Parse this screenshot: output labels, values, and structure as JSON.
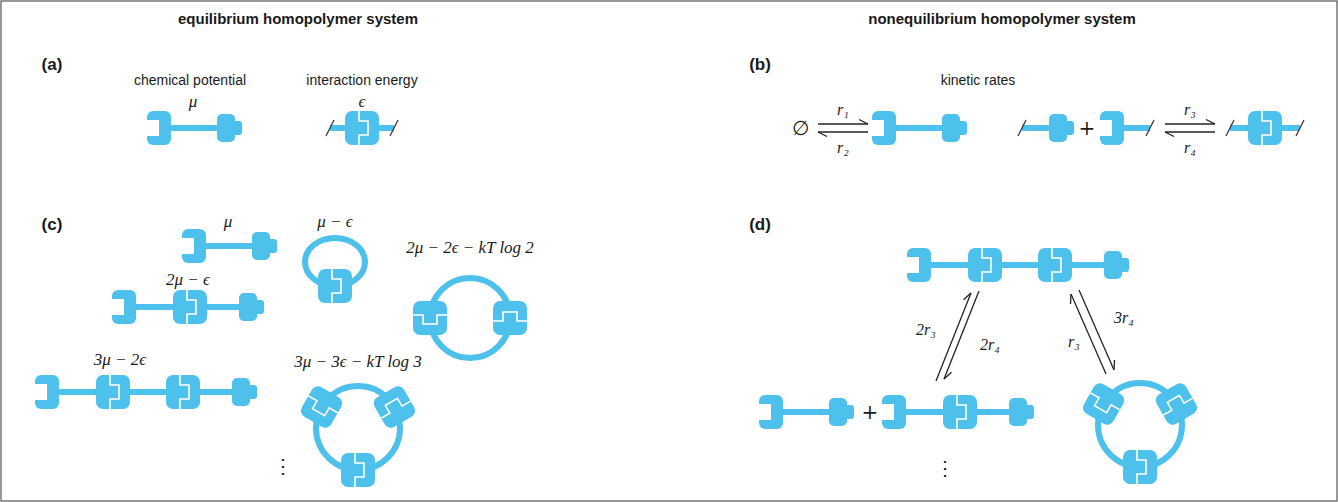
{
  "diagram": {
    "labels": [
      "equilibrium homopolymer system",
      "nonequilibrium homopolymer system",
      "(a)",
      "chemical potential",
      "μ",
      "interaction energy",
      "ϵ",
      "(b)",
      "kinetic rates",
      "∅",
      "r₁",
      "r₂",
      "+",
      "r₃",
      "r₄",
      "(c)",
      "μ",
      "μ − ϵ",
      "2μ − ϵ",
      "2μ − 2ϵ − kT log 2",
      "3μ − 2ϵ",
      "3μ − 3ϵ − kT log 3",
      "⋮",
      "(d)",
      "2r₃",
      "2r₄",
      "3r₄",
      "r₃",
      "+",
      "⋮"
    ]
  }
}
